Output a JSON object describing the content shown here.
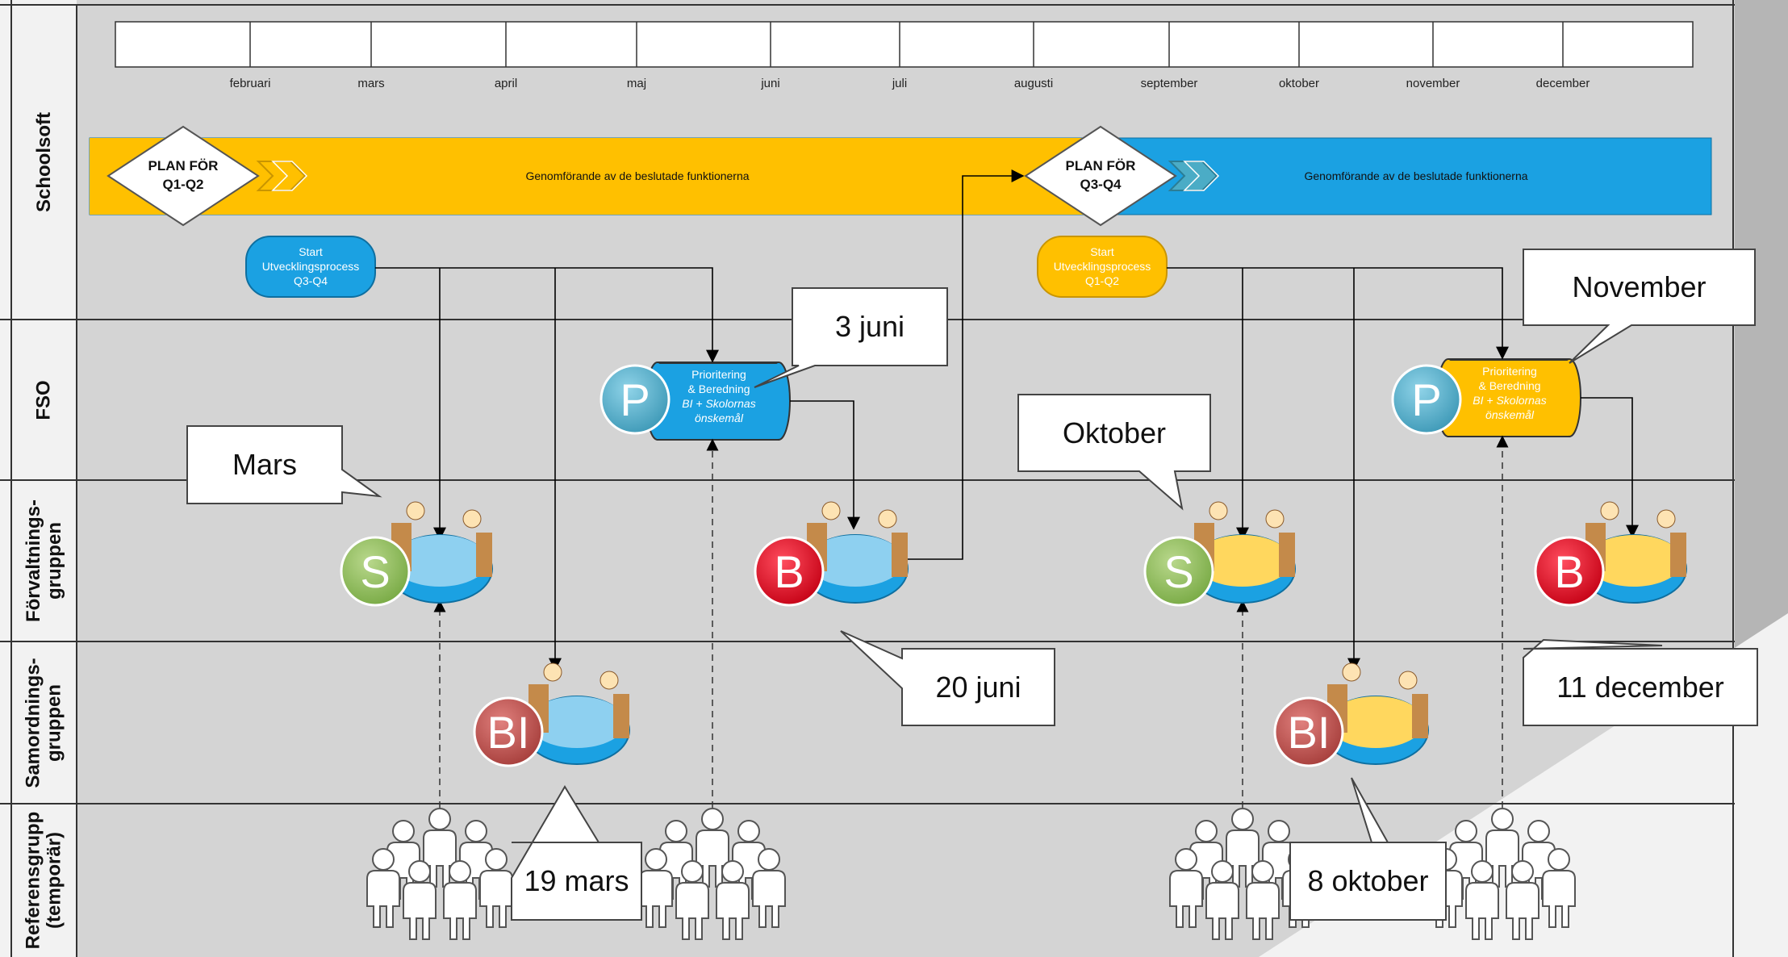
{
  "lanes": [
    {
      "label": "Schoolsoft"
    },
    {
      "label": "FSO"
    },
    {
      "label": "Förvaltnings-\ngruppen"
    },
    {
      "label": "Samordnings-\ngruppen"
    },
    {
      "label": "Referensgrupp\n(temporär)"
    }
  ],
  "timeline": {
    "months": [
      "februari",
      "mars",
      "april",
      "maj",
      "juni",
      "juli",
      "augusti",
      "september",
      "oktober",
      "november",
      "december"
    ]
  },
  "schoolsoft": {
    "plan1": {
      "line1": "PLAN FÖR",
      "line2": "Q1-Q2"
    },
    "plan2": {
      "line1": "PLAN FÖR",
      "line2": "Q3-Q4"
    },
    "band1_text": "Genomförande av de beslutade funktionerna",
    "band2_text": "Genomförande av de beslutade funktionerna",
    "start1": {
      "line1": "Start",
      "line2": "Utvecklingsprocess",
      "line3": "Q3-Q4"
    },
    "start2": {
      "line1": "Start",
      "line2": "Utvecklingsprocess",
      "line3": "Q1-Q2"
    }
  },
  "fso": {
    "cyl1": {
      "line1": "Prioritering",
      "line2": "& Beredning",
      "line3": "BI + Skolornas",
      "line4": "önskemål"
    },
    "cyl2": {
      "line1": "Prioritering",
      "line2": "& Beredning",
      "line3": "BI + Skolornas",
      "line4": "önskemål"
    }
  },
  "badges": {
    "p1": "P",
    "p2": "P",
    "s1": "S",
    "s2": "S",
    "b1": "B",
    "b2": "B",
    "bi1": "BI",
    "bi2": "BI"
  },
  "callouts": {
    "mars": "Mars",
    "tredje_juni": "3 juni",
    "oktober": "Oktober",
    "november": "November",
    "tjugonde_juni": "20 juni",
    "elfte_december": "11 december",
    "nittonde_mars": "19 mars",
    "attonde_oktober": "8 oktober"
  },
  "colors": {
    "blue": "#1ba1e2",
    "yellow": "#ffc000",
    "p_badge": "#4bacc6",
    "s_badge": "#8fbc5a",
    "b_badge": "#e3001b",
    "bi_badge": "#c0504d",
    "lane_bg": "#d4d4d4",
    "label_bg": "#f2f2f2"
  }
}
